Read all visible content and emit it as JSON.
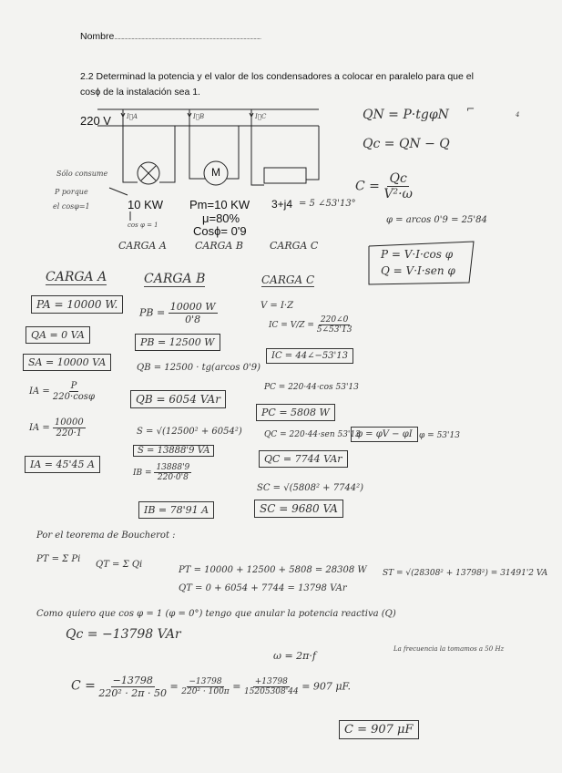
{
  "header": {
    "name_label": "Nombre",
    "name_dots": "......................................................................................................................"
  },
  "question": {
    "line1": "2.2 Determinad la potencia y el valor de los condensadores  a colocar en paralelo para que el",
    "line2": "cosϕ de la instalación sea 1."
  },
  "circuit": {
    "voltage": "220 V",
    "currents": [
      "I⃗A",
      "I⃗B",
      "I⃗C"
    ],
    "motor_symbol": "M",
    "load_a": "10 KW",
    "load_b": [
      "Pm=10 KW",
      "μ=80%",
      "Cosϕ= 0'9"
    ],
    "load_c": "3+j4",
    "load_c_polar": "= 5 ∠53'13°",
    "note_left": [
      "Sólo consume",
      "P porque",
      "el cosφ=1"
    ],
    "cos_a": "cos φ = 1",
    "labels": [
      "CARGA A",
      "CARGA B",
      "CARGA C"
    ]
  },
  "formulas_right": {
    "qn": "QN = P·tgφN",
    "qc": "Qc = QN − Q",
    "c_lhs": "C =",
    "c_num": "Qc",
    "c_den": "V²·ω",
    "phi": "φ = arcos 0'9 = 25'84",
    "p": "P = V·I·cos φ",
    "q": "Q = V·I·sen φ",
    "marks": [
      "⌐",
      "4"
    ]
  },
  "carga_a": {
    "title": "CARGA A",
    "p": "PA = 10000 W.",
    "q": "QA = 0 VA",
    "s": "SA = 10000 VA",
    "i_lhs": "IA =",
    "i_num": "P",
    "i_den": "220·cosφ",
    "i2_lhs": "IA =",
    "i2_num": "10000",
    "i2_den": "220·1",
    "i_result": "IA = 45'45 A"
  },
  "carga_b": {
    "title": "CARGA B",
    "p_lhs": "PB =",
    "p_num": "10000 W",
    "p_den": "0'8",
    "p_result": "PB = 12500 W",
    "q": "QB = 12500 · tg(arcos 0'9)",
    "q_result": "QB = 6054 VAr",
    "s": "S = √(12500² + 6054²)",
    "s_result": "S = 13888'9 VA",
    "i_lhs": "IB =",
    "i_num": "13888'9",
    "i_den": "220·0'8",
    "i_result": "IB = 78'91 A"
  },
  "carga_c": {
    "title": "CARGA C",
    "v": "V = I·Z",
    "i_lhs": "IC = V/Z =",
    "i_num": "220∠0",
    "i_den": "5∠53'13",
    "i_result": "IC = 44∠−53'13",
    "p": "PC = 220·44·cos 53'13",
    "p_result": "PC = 5808 W",
    "q": "QC = 220·44·sen 53'13",
    "q_result": "QC = 7744 VAr",
    "s": "SC = √(5808² + 7744²)",
    "s_result": "SC = 9680 VA",
    "phi_box": "φ = φV − φI",
    "phi_val": "φ = 53'13"
  },
  "boucherot": {
    "intro": "Por el teorema de Boucherot :",
    "pt_def": "PT = Σ Pi",
    "qt_def": "QT = Σ Qi",
    "pt": "PT = 10000 + 12500 + 5808 = 28308 W",
    "qt": "QT = 0 + 6054 + 7744 = 13798 VAr",
    "st": "ST = √(28308² + 13798²) = 31491'2 VA"
  },
  "conclusion": {
    "line": "Como quiero que cos φ = 1 (φ = 0°) tengo que anular la potencia reactiva (Q)",
    "qc": "Qc = −13798 VAr",
    "freq_note": "La frecuencia la tomamos a 50 Hz",
    "omega": "ω = 2π·f",
    "c_lhs": "C =",
    "c_f1_num": "−13798",
    "c_f1_den": "220² · 2π · 50",
    "c_f2_num": "−13798",
    "c_f2_den": "220² · 100π",
    "c_f3_num": "+13798",
    "c_f3_den": "15205308'44",
    "c_value": "= 907 μF.",
    "c_result": "C = 907 μF"
  }
}
